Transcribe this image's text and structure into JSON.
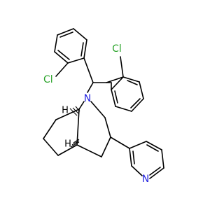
{
  "colors": {
    "carbon_bond": "#000000",
    "chlorine": "#2aa32a",
    "nitrogen": "#2424e0",
    "hydrogen": "#000000",
    "background": "#ffffff"
  },
  "atoms": {
    "cl_left": "Cl",
    "cl_right": "Cl",
    "n_bridge": "N",
    "n_pyridine": "N",
    "h_upper": "H",
    "h_lower": "H"
  }
}
